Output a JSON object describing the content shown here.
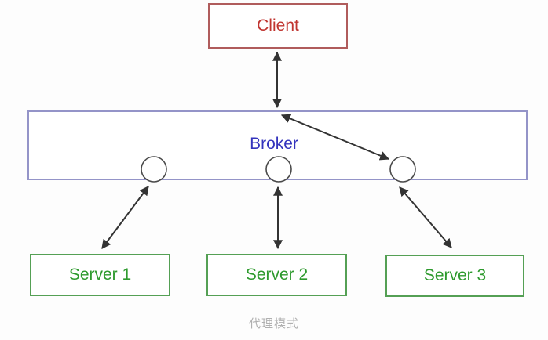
{
  "diagram": {
    "caption": "代理模式",
    "caption_color": "#b0b0b0",
    "arrow_color": "#333333",
    "nodes": {
      "client": {
        "label": "Client",
        "text_color": "#c03530",
        "border_color": "#b05c5c"
      },
      "broker": {
        "label": "Broker",
        "text_color": "#3434bd",
        "border_color": "#9494c8"
      },
      "server1": {
        "label": "Server 1",
        "text_color": "#2e9a2e",
        "border_color": "#55a055"
      },
      "server2": {
        "label": "Server 2",
        "text_color": "#2e9a2e",
        "border_color": "#55a055"
      },
      "server3": {
        "label": "Server 3",
        "text_color": "#2e9a2e",
        "border_color": "#55a055"
      }
    },
    "ports": [
      "broker-port-1",
      "broker-port-2",
      "broker-port-3"
    ],
    "connections": [
      {
        "from": "client",
        "to": "broker",
        "style": "double-headed-arrow"
      },
      {
        "from": "broker-top",
        "to": "broker-port-3",
        "style": "double-headed-arrow"
      },
      {
        "from": "broker-port-1",
        "to": "server1",
        "style": "double-headed-arrow"
      },
      {
        "from": "broker-port-2",
        "to": "server2",
        "style": "double-headed-arrow"
      },
      {
        "from": "broker-port-3",
        "to": "server3",
        "style": "double-headed-arrow"
      }
    ]
  }
}
